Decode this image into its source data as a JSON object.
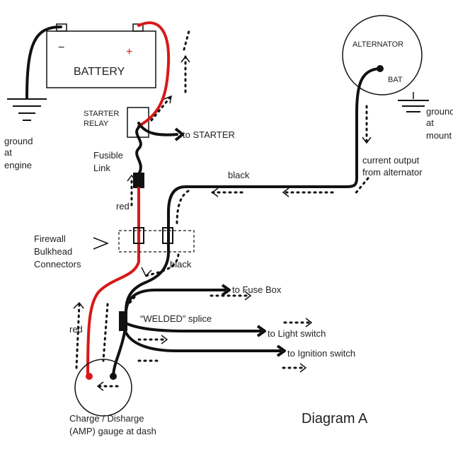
{
  "battery": {
    "label": "BATTERY",
    "minus": "−",
    "plus": "+"
  },
  "ground_engine": {
    "line1": "ground",
    "line2": "at",
    "line3": "engine"
  },
  "starter_relay": {
    "line1": "STARTER",
    "line2": "RELAY"
  },
  "to_starter": "to STARTER",
  "fusible_link": {
    "line1": "Fusible",
    "line2": "Link"
  },
  "red_label_upper": "red",
  "red_label_lower": "red",
  "black_label_upper": "black",
  "black_label_lower": "black",
  "firewall": {
    "line1": "Firewall",
    "line2": "Bulkhead",
    "line3": "Connectors"
  },
  "alternator": {
    "label": "ALTERNATOR",
    "bat": "BAT"
  },
  "ground_mount": {
    "line1": "ground",
    "line2": "at",
    "line3": "mount"
  },
  "current_output": {
    "line1": "current output",
    "line2": "from alternator"
  },
  "to_fuse_box": "to Fuse Box",
  "welded_splice": "“WELDED” splice",
  "to_light_switch": "to Light switch",
  "to_ignition_switch": "to Ignition switch",
  "gauge": {
    "line1": "Charge / Disharge",
    "line2": "(AMP) gauge at dash"
  },
  "diagram_title": "Diagram A",
  "colors": {
    "red_wire": "#d81818",
    "black_wire": "#111111"
  }
}
